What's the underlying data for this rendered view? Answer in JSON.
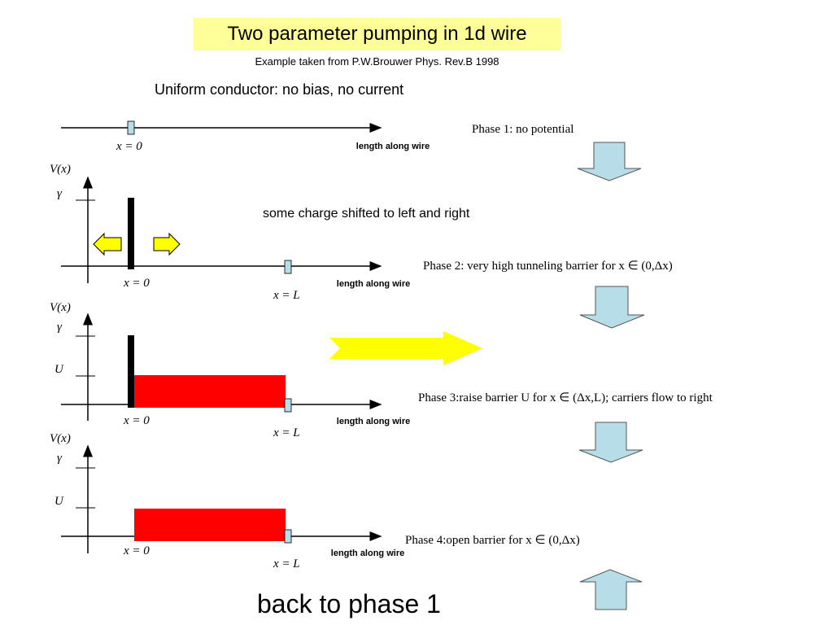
{
  "header": {
    "title": "Two parameter pumping in 1d wire",
    "subtitle": "Example  taken from P.W.Brouwer Phys. Rev.B 1998"
  },
  "intro": "Uniform conductor: no bias, no current",
  "axis": {
    "wire_label": "length along wire",
    "v_axis": "V(x)",
    "gamma": "γ",
    "U": "U",
    "x0": "x = 0",
    "xL": "x = L"
  },
  "phases": [
    {
      "label": "Phase 1: no  potential"
    },
    {
      "label": "Phase 2: very high  tunneling barrier for x ∈ (0,Δx)"
    },
    {
      "label": "Phase 3:raise  barrier U for x ∈ (Δx,L); carriers flow to right"
    },
    {
      "label": "Phase 4:open  barrier  for x ∈ (0,Δx)"
    }
  ],
  "annotation": "some charge shifted to left and right",
  "footer": "back to phase 1",
  "colors": {
    "title_bg": "#ffff99",
    "arrow_fill": "#b7dde8",
    "barrier_red": "#ff0000",
    "flow_yellow": "#ffff00",
    "marker_fill": "#b7dde8"
  }
}
